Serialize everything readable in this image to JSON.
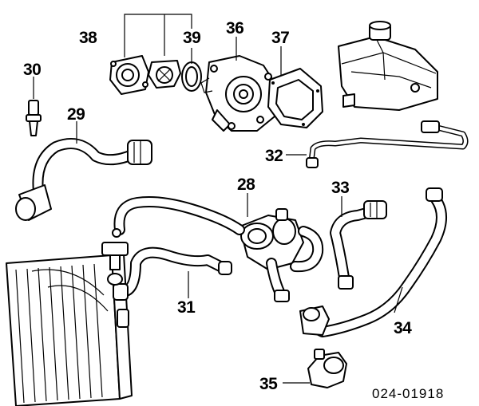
{
  "callouts": {
    "c28": "28",
    "c29": "29",
    "c30": "30",
    "c31": "31",
    "c32": "32",
    "c33": "33",
    "c34": "34",
    "c35": "35",
    "c36": "36",
    "c37": "37",
    "c38": "38",
    "c39": "39"
  },
  "reference_number": "024-01918",
  "parts": [
    {
      "number": "28",
      "icon": "thermostat-housing-icon"
    },
    {
      "number": "29",
      "icon": "radiator-upper-hose-icon"
    },
    {
      "number": "30",
      "icon": "temperature-sensor-icon"
    },
    {
      "number": "31",
      "icon": "bypass-hose-icon"
    },
    {
      "number": "32",
      "icon": "bleeder-line-icon"
    },
    {
      "number": "33",
      "icon": "heater-hose-icon"
    },
    {
      "number": "34",
      "icon": "lower-hose-icon"
    },
    {
      "number": "35",
      "icon": "auxiliary-pump-icon"
    },
    {
      "number": "36",
      "icon": "water-pump-icon"
    },
    {
      "number": "37",
      "icon": "pump-gasket-icon"
    },
    {
      "number": "38",
      "icon": "thermostat-kit-icon"
    },
    {
      "number": "39",
      "icon": "o-ring-icon"
    }
  ]
}
